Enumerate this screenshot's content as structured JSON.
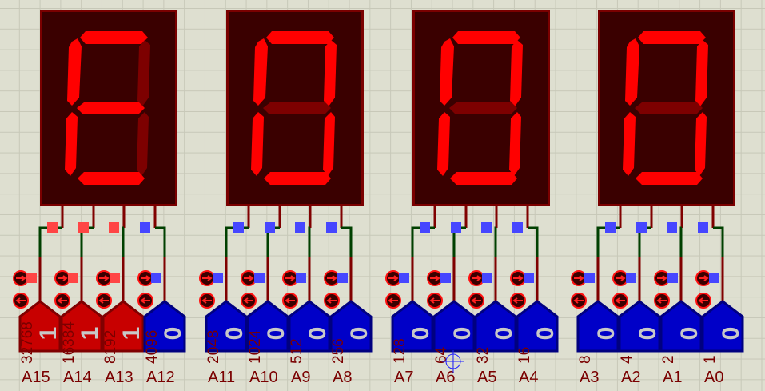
{
  "colors": {
    "seg_on": "#ff0000",
    "seg_off": "#7d0000",
    "display_bg": "#3a0000",
    "display_border": "#7a0000",
    "state_high": "#ff4545",
    "state_low": "#4646ff",
    "switch_high": "#c80000",
    "switch_high_border": "#800000",
    "switch_low": "#0000c8",
    "switch_low_border": "#000080",
    "wire_green": "#004000",
    "wire_red": "#800000"
  },
  "displays": [
    {
      "name": "display-hex-3",
      "digit": "E",
      "segments": {
        "a": 1,
        "b": 0,
        "c": 0,
        "d": 1,
        "e": 1,
        "f": 1,
        "g": 1
      }
    },
    {
      "name": "display-hex-2",
      "digit": "0",
      "segments": {
        "a": 1,
        "b": 1,
        "c": 1,
        "d": 1,
        "e": 1,
        "f": 1,
        "g": 0
      }
    },
    {
      "name": "display-hex-1",
      "digit": "0",
      "segments": {
        "a": 1,
        "b": 1,
        "c": 1,
        "d": 1,
        "e": 1,
        "f": 1,
        "g": 0
      }
    },
    {
      "name": "display-hex-0",
      "digit": "0",
      "segments": {
        "a": 1,
        "b": 1,
        "c": 1,
        "d": 1,
        "e": 1,
        "f": 1,
        "g": 0
      }
    }
  ],
  "switches": [
    {
      "label": "A15",
      "weight": "32768",
      "value": "1"
    },
    {
      "label": "A14",
      "weight": "16384",
      "value": "1"
    },
    {
      "label": "A13",
      "weight": "8192",
      "value": "1"
    },
    {
      "label": "A12",
      "weight": "4096",
      "value": "0"
    },
    {
      "label": "A11",
      "weight": "2048",
      "value": "0"
    },
    {
      "label": "A10",
      "weight": "1024",
      "value": "0"
    },
    {
      "label": "A9",
      "weight": "512",
      "value": "0"
    },
    {
      "label": "A8",
      "weight": "256",
      "value": "0"
    },
    {
      "label": "A7",
      "weight": "128",
      "value": "0"
    },
    {
      "label": "A6",
      "weight": "64",
      "value": "0"
    },
    {
      "label": "A5",
      "weight": "32",
      "value": "0"
    },
    {
      "label": "A4",
      "weight": "16",
      "value": "0"
    },
    {
      "label": "A3",
      "weight": "8",
      "value": "0"
    },
    {
      "label": "A2",
      "weight": "4",
      "value": "0"
    },
    {
      "label": "A1",
      "weight": "2",
      "value": "0"
    },
    {
      "label": "A0",
      "weight": "1",
      "value": "0"
    }
  ]
}
